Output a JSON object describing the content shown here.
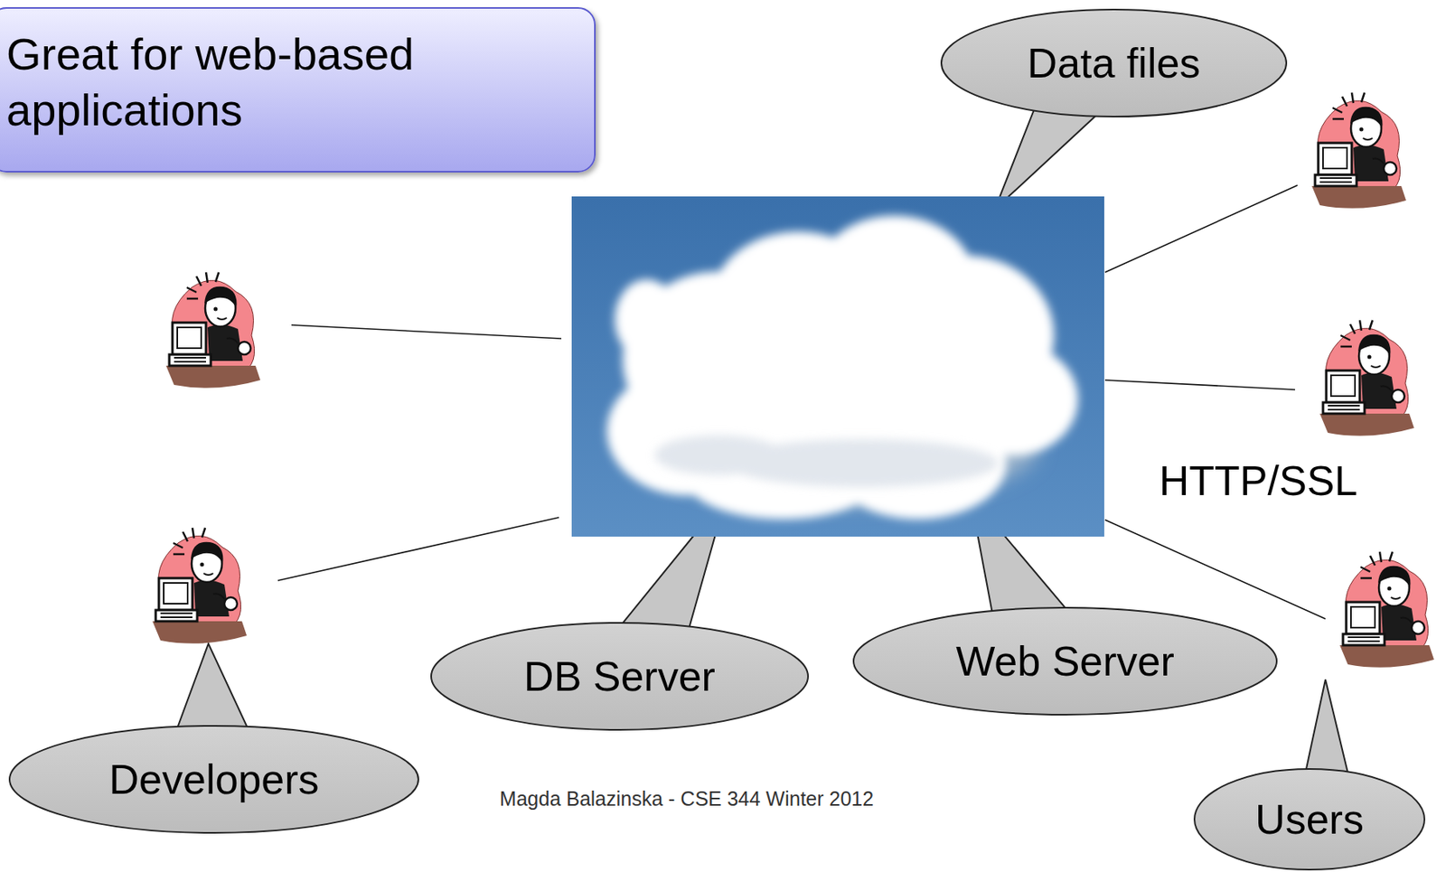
{
  "diagram": {
    "nodes": [
      {
        "text": [
          "Great for web-based applications"
        ]
      },
      {
        "text": [
          "Data files"
        ]
      },
      {
        "text": [
          "DB Server"
        ]
      },
      {
        "text": [
          "Web Server"
        ]
      },
      {
        "text": [
          "Developers"
        ]
      },
      {
        "text": [
          "Users"
        ]
      }
    ],
    "labels": [
      "HTTP/SSL",
      "Magda Balazinska - CSE 344 Winter 2012"
    ]
  }
}
